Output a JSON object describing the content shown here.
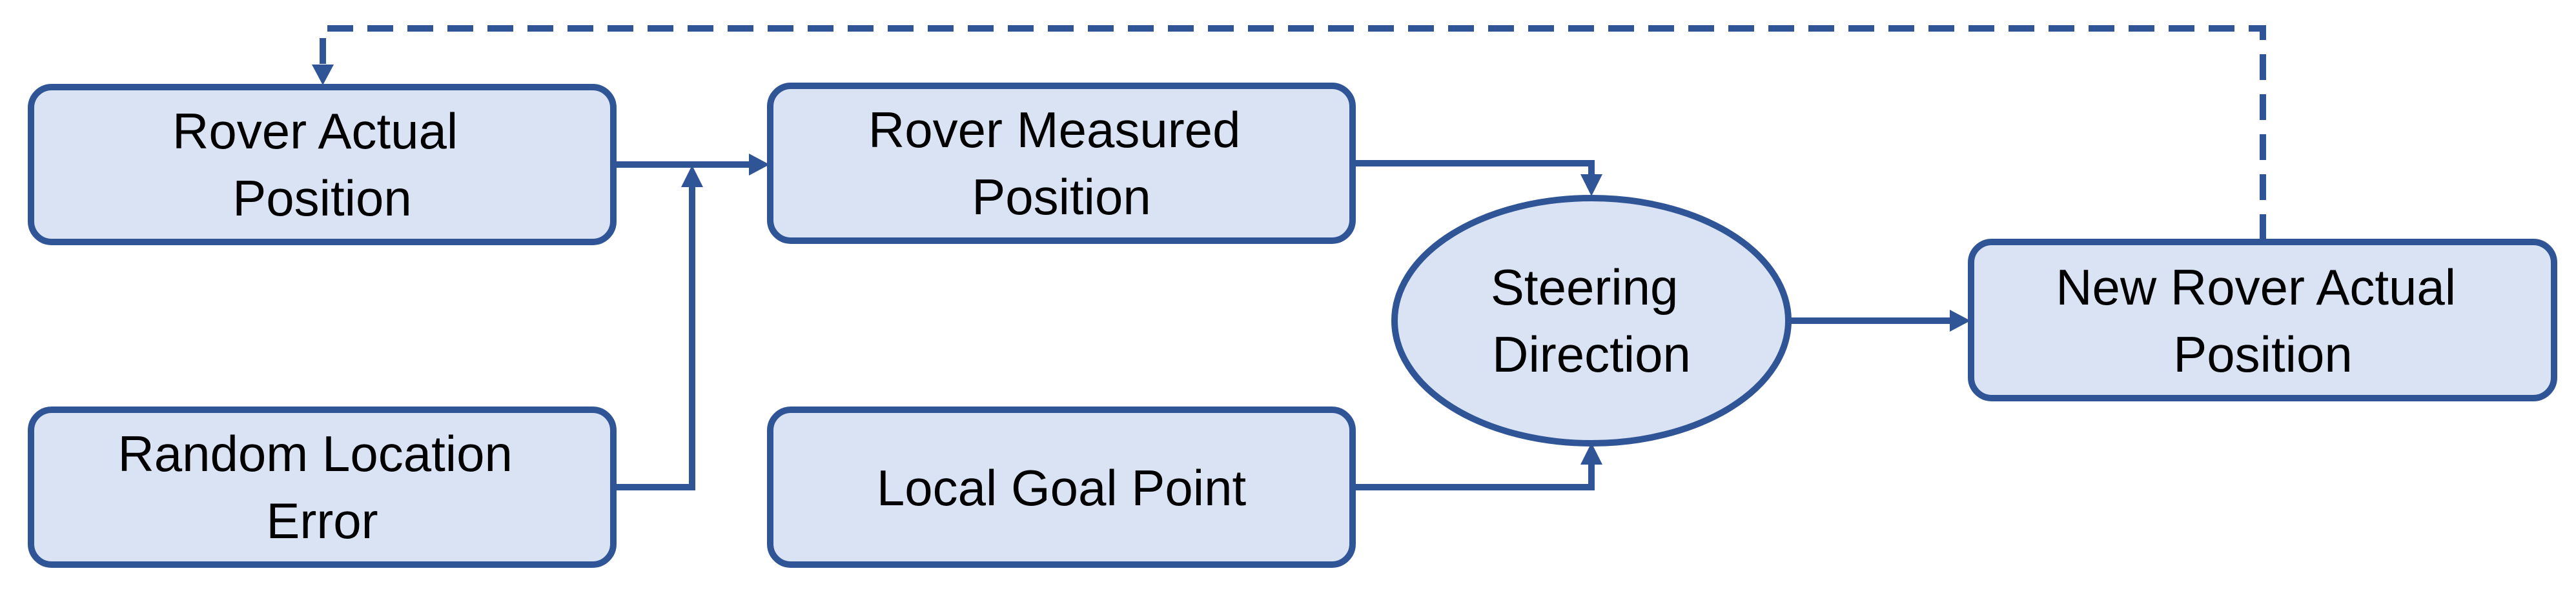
{
  "colors": {
    "node_fill": "#dae3f3",
    "stroke": "#2f5597",
    "text": "#000000"
  },
  "nodes": {
    "rover_actual": {
      "line1": "Rover Actual",
      "line2": "Position"
    },
    "random_error": {
      "line1": "Random Location",
      "line2": "Error"
    },
    "rover_measured": {
      "line1": "Rover Measured",
      "line2": "Position"
    },
    "local_goal": {
      "label": "Local Goal Point"
    },
    "steering": {
      "line1": "Steering",
      "line2": "Direction"
    },
    "new_rover": {
      "line1": "New Rover Actual",
      "line2": "Position"
    }
  }
}
